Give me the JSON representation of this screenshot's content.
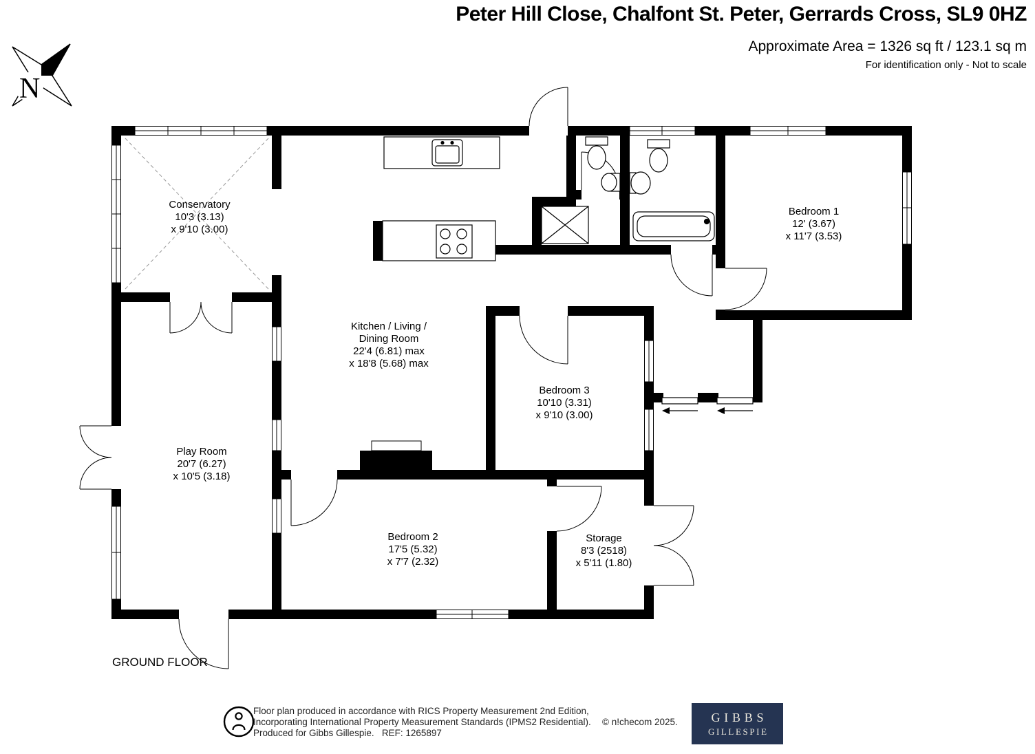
{
  "header": {
    "title": "Peter Hill Close, Chalfont St. Peter, Gerrards Cross, SL9 0HZ",
    "area": "Approximate Area = 1326 sq ft / 123.1 sq m",
    "disclaimer": "For identification only - Not to scale"
  },
  "compass": {
    "label": "N"
  },
  "plan": {
    "floor_label": "GROUND FLOOR",
    "rooms": [
      {
        "id": "conservatory",
        "lines": [
          "Conservatory",
          "10'3 (3.13)",
          "x 9'10 (3.00)"
        ]
      },
      {
        "id": "kitchen-living-dining",
        "lines": [
          "Kitchen / Living /",
          "Dining Room",
          "22'4 (6.81) max",
          "x 18'8 (5.68) max"
        ]
      },
      {
        "id": "bedroom-1",
        "lines": [
          "Bedroom 1",
          "12' (3.67)",
          "x 11'7 (3.53)"
        ]
      },
      {
        "id": "bedroom-3",
        "lines": [
          "Bedroom 3",
          "10'10 (3.31)",
          "x 9'10 (3.00)"
        ]
      },
      {
        "id": "play-room",
        "lines": [
          "Play Room",
          "20'7 (6.27)",
          "x 10'5 (3.18)"
        ]
      },
      {
        "id": "bedroom-2",
        "lines": [
          "Bedroom 2",
          "17'5 (5.32)",
          "x 7'7 (2.32)"
        ]
      },
      {
        "id": "storage",
        "lines": [
          "Storage",
          "8'3 (2518)",
          "x 5'11 (1.80)"
        ]
      }
    ],
    "fixtures": [
      "kitchen-island-sink",
      "hob",
      "shower",
      "bathtub",
      "toilet",
      "toilet",
      "wash-basin",
      "wash-basin",
      "fireplace",
      "sliding-doors"
    ]
  },
  "footer": {
    "line1": "Floor plan produced in accordance with RICS Property Measurement 2nd Edition,",
    "line2": "Incorporating International Property Measurement Standards (IPMS2 Residential).",
    "line3": "Produced for Gibbs Gillespie.   REF: 1265897",
    "copyright": "© n!checom 2025.",
    "logo": {
      "line1": "GIBBS",
      "line2": "GILLESPIE"
    }
  },
  "colors": {
    "wall": "#000000",
    "logo_bg": "#253452",
    "logo_text": "#ece8dd"
  }
}
